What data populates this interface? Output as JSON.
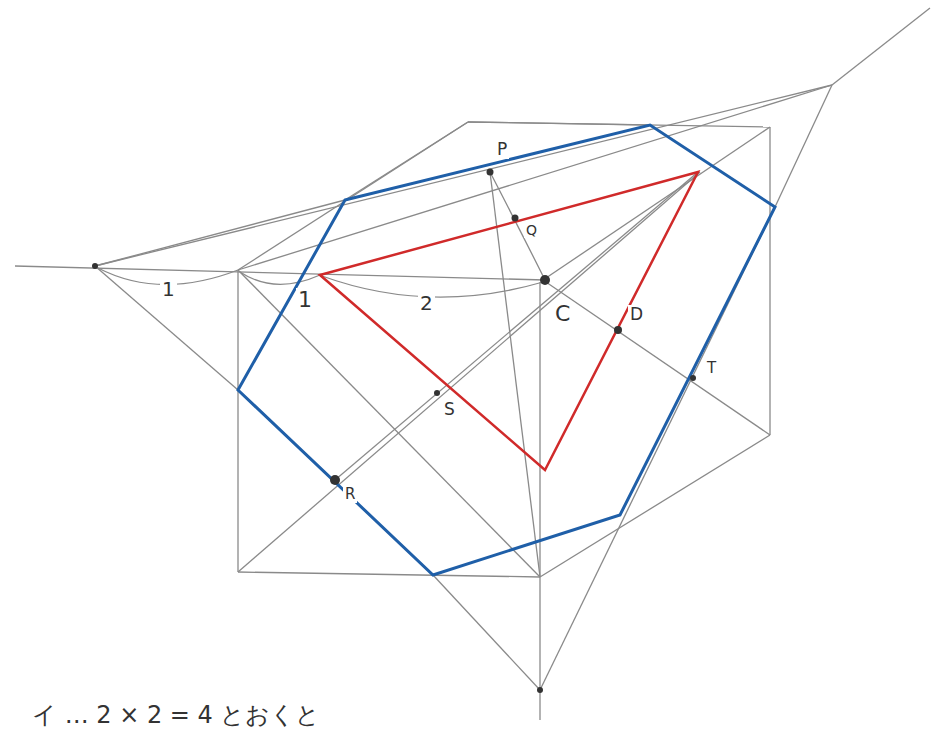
{
  "diagram": {
    "labels": [
      "P",
      "Q",
      "C",
      "D",
      "T",
      "S",
      "R",
      "1",
      "1",
      "2",
      "イ … 2 × 2 = 4 とおくと"
    ]
  }
}
